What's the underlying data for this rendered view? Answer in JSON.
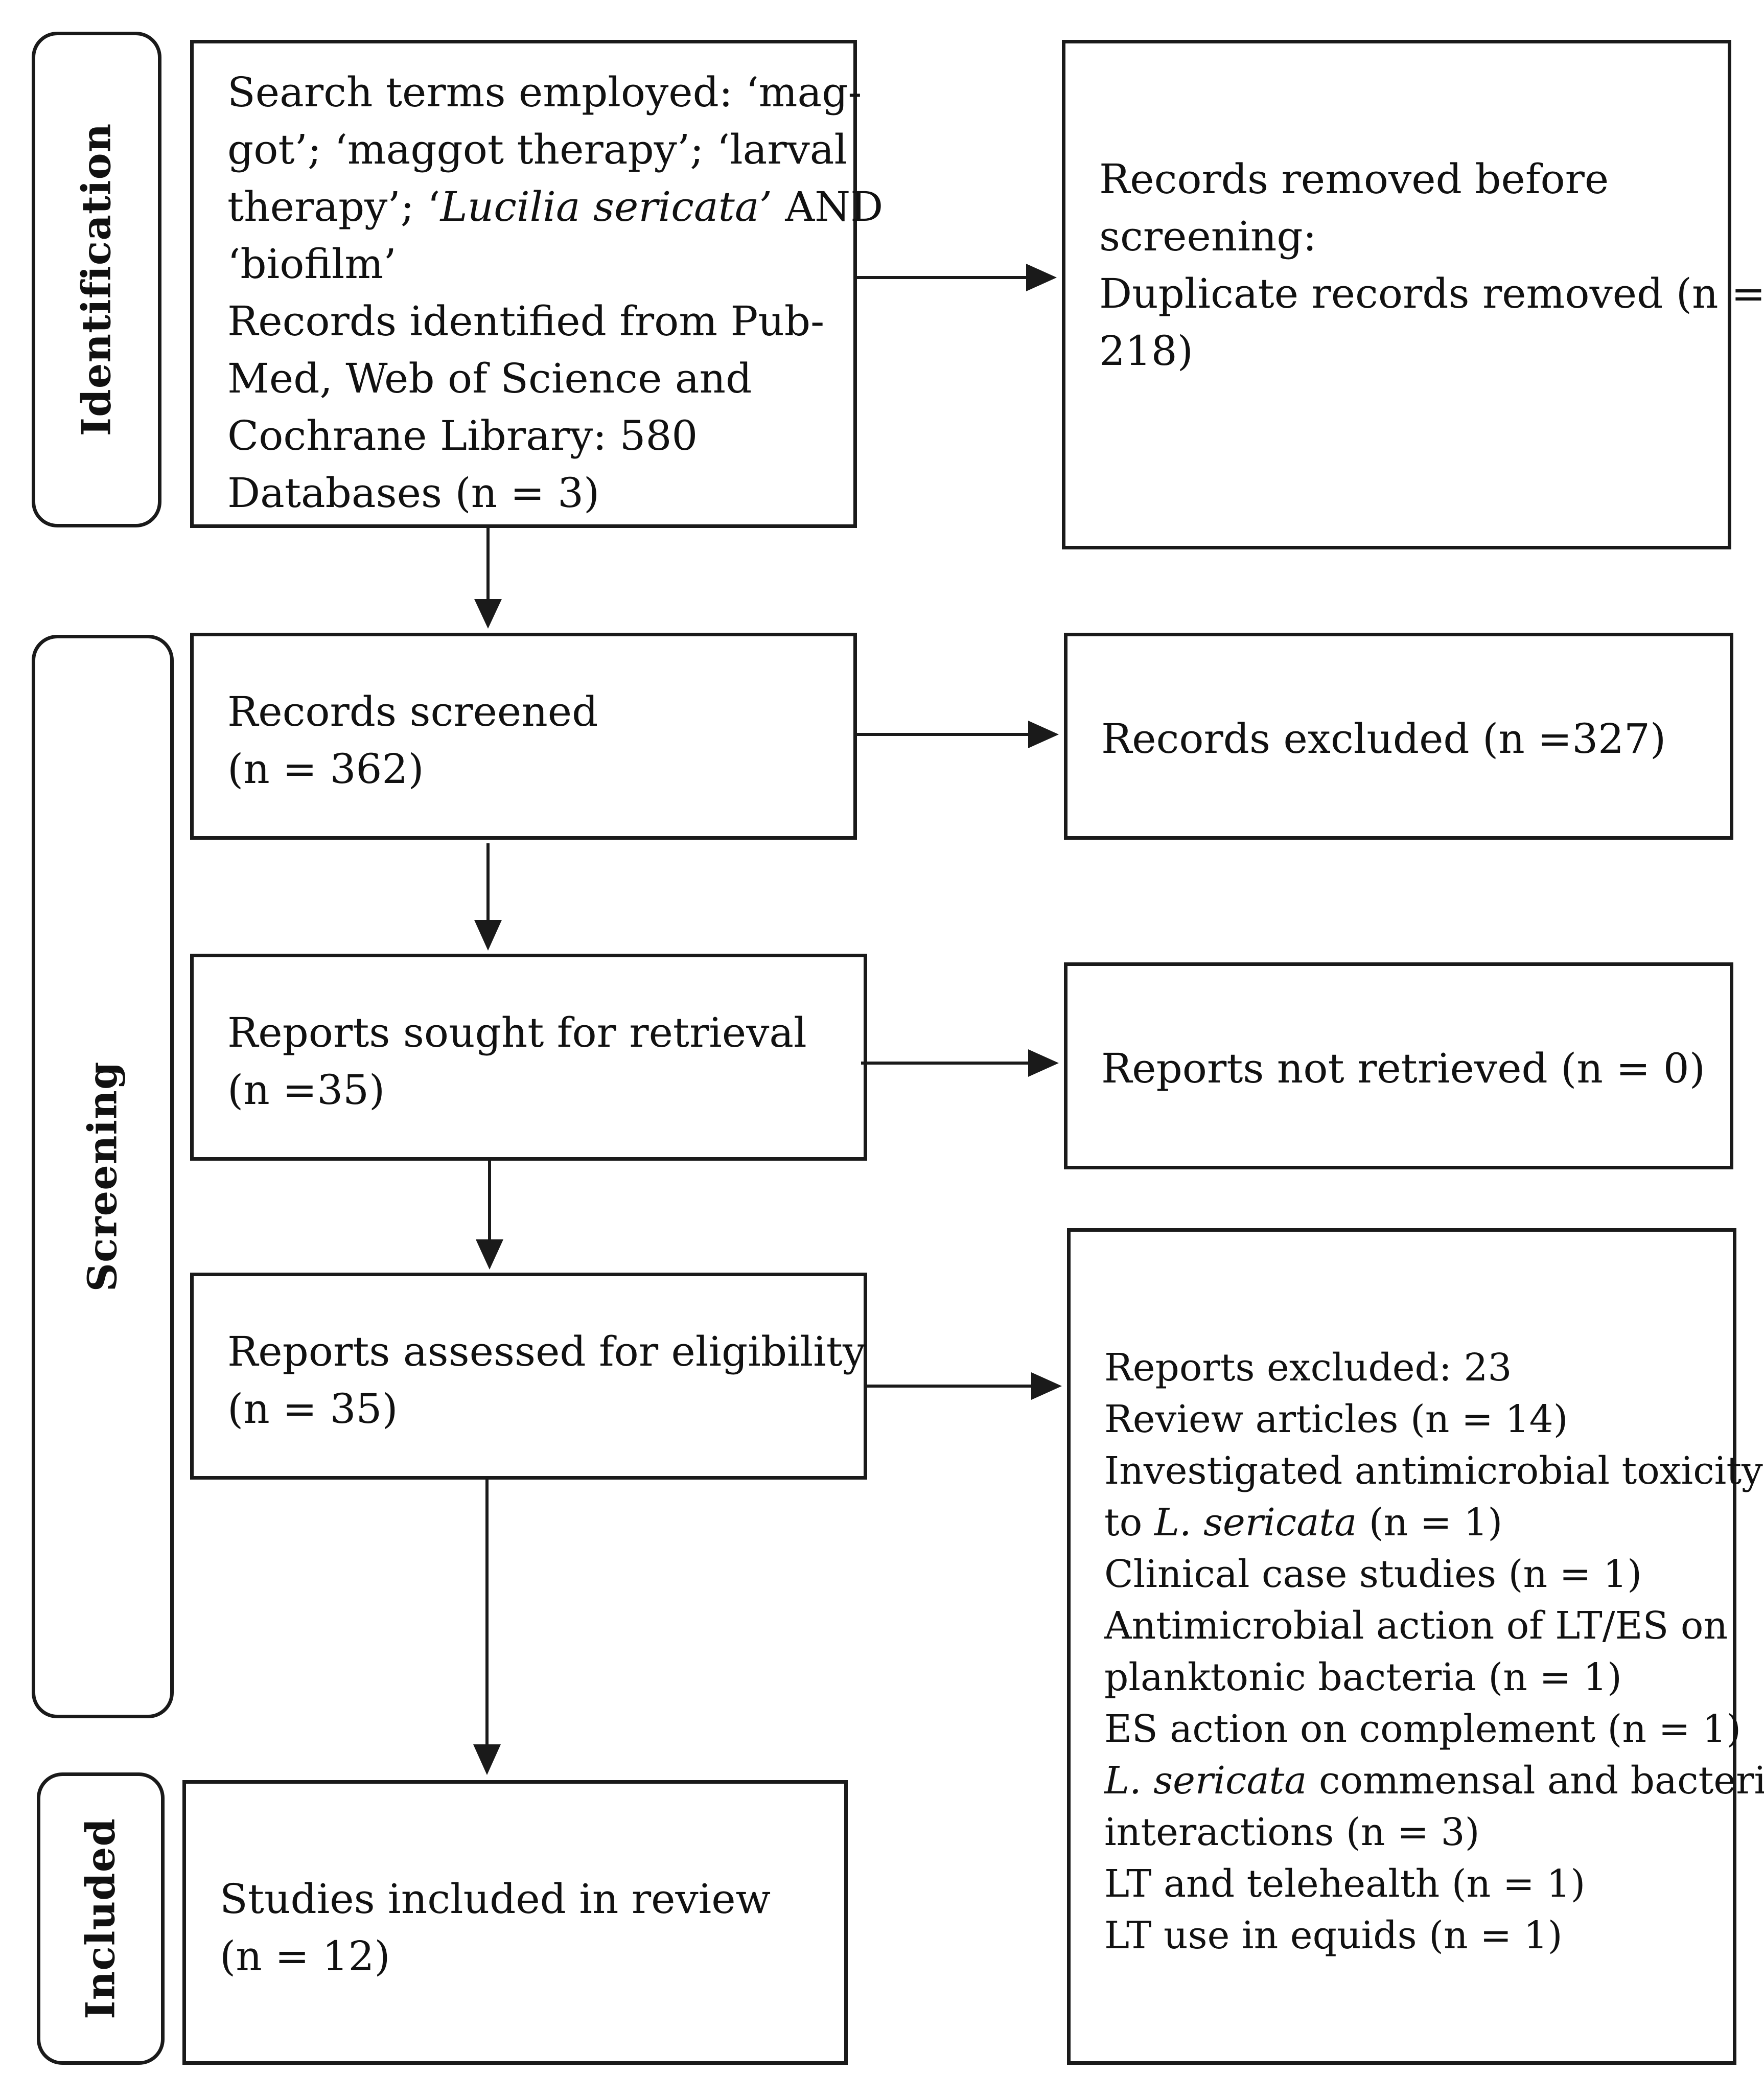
{
  "stages": {
    "identification": "Identification",
    "screening": "Screening",
    "included": "Included"
  },
  "identification_box": {
    "line1": "Search terms employed: ‘mag-",
    "line2": "got’; ‘maggot therapy’; ‘larval",
    "line3_a": "therapy’; ‘",
    "line3_italic": "Lucilia sericata’",
    "line3_b": " AND",
    "line4": "‘biofilm’",
    "line5": "Records identified from Pub-",
    "line6": "Med, Web of Science and",
    "line7": "Cochrane Library: 580",
    "line8": "Databases (n = 3)"
  },
  "removed_box": {
    "line1": "Records removed before",
    "line2": "screening:",
    "line3": "Duplicate records removed (n =",
    "line4": "218)"
  },
  "screened_box": {
    "line1": "Records screened",
    "line2": "(n = 362)"
  },
  "excluded_box": {
    "line1": "Records excluded (n =327)"
  },
  "sought_box": {
    "line1": "Reports sought for retrieval",
    "line2": "(n =35)"
  },
  "not_retrieved_box": {
    "line1": "Reports not retrieved (n = 0)"
  },
  "eligibility_box": {
    "line1": "Reports assessed for eligibility",
    "line2": "(n = 35)"
  },
  "reports_excluded_box": {
    "line1": "Reports excluded: 23",
    "line2": "Review articles (n = 14)",
    "line3": "Investigated antimicrobial toxicity",
    "line4_a": "to ",
    "line4_italic": "L. sericata",
    "line4_b": " (n = 1)",
    "line5": "Clinical case studies (n = 1)",
    "line6": "Antimicrobial action of LT/ES on",
    "line7": "planktonic bacteria (n = 1)",
    "line8": "ES action on complement (n = 1)",
    "line9_italic": "L. sericata",
    "line9_b": " commensal and bacterial",
    "line10": "interactions (n = 3)",
    "line11": "LT and telehealth (n = 1)",
    "line12": "LT use in equids (n = 1)"
  },
  "included_box": {
    "line1": "Studies included in review",
    "line2": "(n = 12)"
  }
}
